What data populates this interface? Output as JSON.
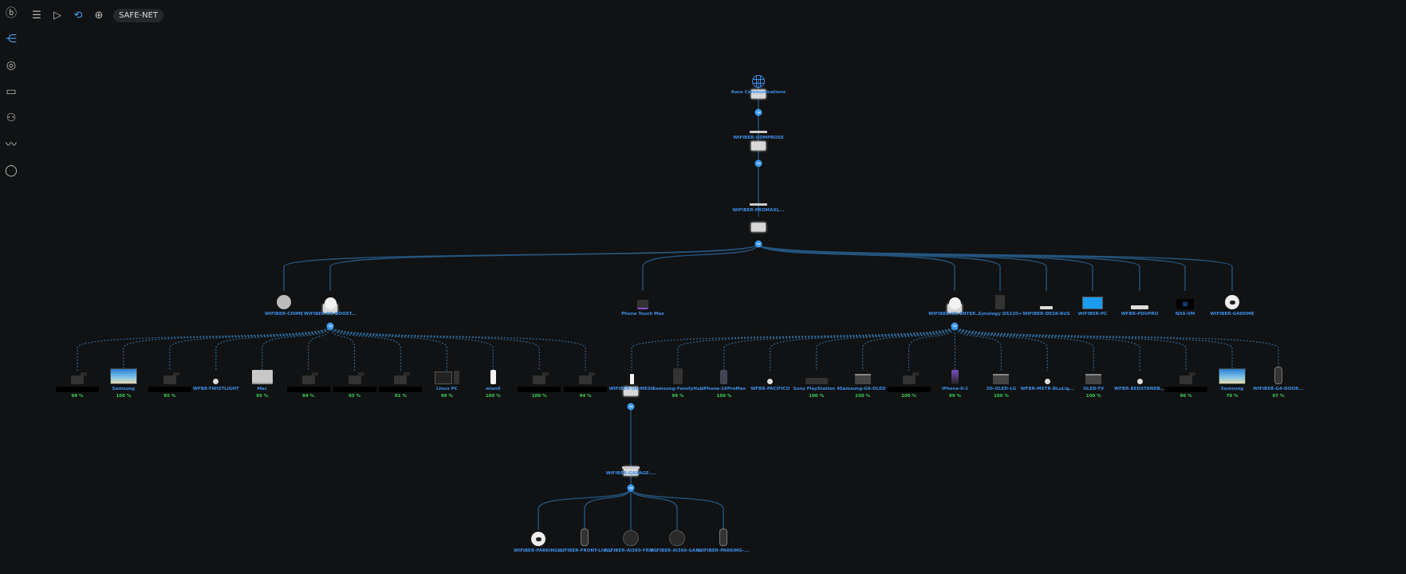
{
  "sidebar": {
    "items": [
      {
        "icon": "logo-icon"
      },
      {
        "icon": "topology-icon",
        "active": true
      },
      {
        "icon": "target-icon"
      },
      {
        "icon": "devices-icon"
      },
      {
        "icon": "clients-icon"
      },
      {
        "icon": "stats-icon"
      },
      {
        "icon": "shield-icon"
      }
    ]
  },
  "toolbar": {
    "site": "SAFE-NET",
    "icons": [
      "filter-icon",
      "play-icon",
      "refresh-icon",
      "add-icon"
    ]
  },
  "colors": {
    "accent": "#3d8ee8",
    "percent": "#3ccf57",
    "link": "#2a5f8f",
    "background": "#111213"
  },
  "topology": {
    "chain": [
      {
        "label": "Race Communications",
        "icon": "globe"
      },
      {
        "label": "WIFIBER-UDMPROSE",
        "icon": "gateway"
      },
      {
        "label": "WIFIBER-PROMAXL...",
        "icon": "gateway"
      }
    ],
    "level2": [
      {
        "label": "WIFIBER-CHIME",
        "icon": "chime"
      },
      {
        "label": "WIFIBER-U6-BOOST...",
        "icon": "ap"
      },
      {
        "label": "Phone Touch Max",
        "icon": "touch"
      },
      {
        "label": "WIFIBER-U6-ENTER...",
        "icon": "ap"
      },
      {
        "label": "Synology DS220+",
        "icon": "nas"
      },
      {
        "label": "WIFIBER-DESK-BUS",
        "icon": "switch"
      },
      {
        "label": "WIFIBER-PC",
        "icon": "monitor"
      },
      {
        "label": "WFBR-PDUPRO",
        "icon": "pdu"
      },
      {
        "label": "NAS-VM",
        "icon": "windows"
      },
      {
        "label": "WIFIBER-G4DOME",
        "icon": "dome"
      }
    ],
    "level3": [
      {
        "label": "",
        "pct": "99 %",
        "icon": "generic"
      },
      {
        "label": "Samsung",
        "pct": "100 %",
        "icon": "tv"
      },
      {
        "label": "",
        "pct": "95 %",
        "icon": "generic"
      },
      {
        "label": "WFBR-TWISTLIGHT",
        "pct": "",
        "icon": "bulb"
      },
      {
        "label": "Mac",
        "pct": "95 %",
        "icon": "laptop"
      },
      {
        "label": "",
        "pct": "94 %",
        "icon": "generic"
      },
      {
        "label": "",
        "pct": "93 %",
        "icon": "generic"
      },
      {
        "label": "",
        "pct": "91 %",
        "icon": "generic"
      },
      {
        "label": "Linux PC",
        "pct": "99 %",
        "icon": "pc"
      },
      {
        "label": "wlan0",
        "pct": "100 %",
        "icon": "wlan"
      },
      {
        "label": "",
        "pct": "100 %",
        "icon": "generic"
      },
      {
        "label": "",
        "pct": "94 %",
        "icon": "generic"
      },
      {
        "label": "WIFIBER-U6-MESH",
        "pct": "",
        "icon": "mesh"
      },
      {
        "label": "Samsung-FamilyHub",
        "pct": "99 %",
        "icon": "fridge"
      },
      {
        "label": "iPhone-16ProMax",
        "pct": "100 %",
        "icon": "phone"
      },
      {
        "label": "WFBR-PACIFICO",
        "pct": "",
        "icon": "bulb"
      },
      {
        "label": "Sony PlayStation 4",
        "pct": "100 %",
        "icon": "console"
      },
      {
        "label": "Samsung-G8-OLED",
        "pct": "100 %",
        "icon": "oled"
      },
      {
        "label": "",
        "pct": "100 %",
        "icon": "generic"
      },
      {
        "label": "iPhone-X-2",
        "pct": "99 %",
        "icon": "iphone"
      },
      {
        "label": "3D-OLED-LG",
        "pct": "100 %",
        "icon": "oled"
      },
      {
        "label": "WFBR-MSTR-BLuLig...",
        "pct": "",
        "icon": "bulb"
      },
      {
        "label": "OLED-TV",
        "pct": "100 %",
        "icon": "oled"
      },
      {
        "label": "WFBR-BEDSTANDB...",
        "pct": "",
        "icon": "bulb"
      },
      {
        "label": "",
        "pct": "96 %",
        "icon": "generic"
      },
      {
        "label": "Samsung",
        "pct": "70 %",
        "icon": "tv"
      },
      {
        "label": "WIFIBER-G4-DOOR...",
        "pct": "97 %",
        "icon": "doorbell"
      }
    ],
    "garage": {
      "label": "WIFIBER-GARAGE-...",
      "icon": "gateway"
    },
    "level5": [
      {
        "label": "WIFIBER-PARKING...",
        "icon": "dome"
      },
      {
        "label": "WIFIBER-FRONT-LIG...",
        "icon": "doorbell"
      },
      {
        "label": "WIFIBER-AI360-FRO...",
        "icon": "cam360"
      },
      {
        "label": "WIFIBER-AI360-GAR...",
        "icon": "cam360"
      },
      {
        "label": "WIFIBER-PARKING-...",
        "icon": "doorbell"
      }
    ]
  }
}
